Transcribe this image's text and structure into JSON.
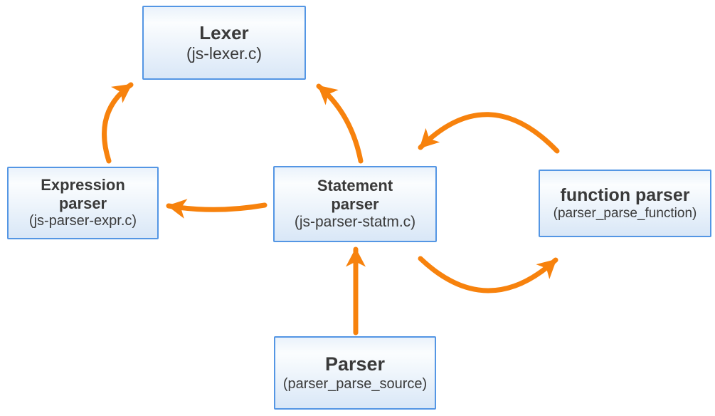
{
  "colors": {
    "arrow": "#F7820D",
    "box_border": "#5496E4",
    "box_fill_top": "#EAF2FB",
    "box_fill_mid": "#FBFDFE",
    "box_fill_bottom": "#D9E7F7",
    "text": "#3A3A3A",
    "background": "#FFFFFF"
  },
  "diagram": {
    "nodes": {
      "lexer": {
        "title": "Lexer",
        "subtitle": "(js-lexer.c)"
      },
      "expression_parser": {
        "title": "Expression\nparser",
        "subtitle": "(js-parser-expr.c)"
      },
      "statement_parser": {
        "title": "Statement\nparser",
        "subtitle": "(js-parser-statm.c)"
      },
      "function_parser": {
        "title": "function parser",
        "subtitle": "(parser_parse_function)"
      },
      "parser": {
        "title": "Parser",
        "subtitle": "(parser_parse_source)"
      }
    },
    "edges": [
      {
        "from": "expression_parser",
        "to": "lexer"
      },
      {
        "from": "statement_parser",
        "to": "lexer"
      },
      {
        "from": "statement_parser",
        "to": "expression_parser"
      },
      {
        "from": "function_parser",
        "to": "statement_parser"
      },
      {
        "from": "statement_parser",
        "to": "function_parser"
      },
      {
        "from": "parser",
        "to": "statement_parser"
      }
    ]
  }
}
